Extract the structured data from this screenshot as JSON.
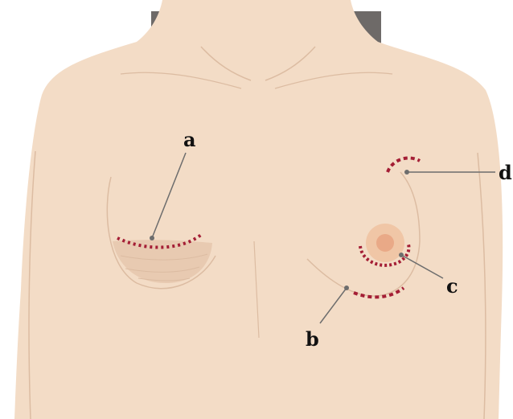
{
  "colors": {
    "background": "#ffffff",
    "hair": "#6e6a68",
    "skin": "#f3dcc6",
    "skin_shadow": "#e8cab1",
    "skin_line": "#dcbca2",
    "areola": "#f0c6a6",
    "nipple": "#e9a987",
    "incision": "#a41e35",
    "pointer": "#6d6d6d"
  },
  "labels": {
    "a": "a",
    "b": "b",
    "c": "c",
    "d": "d"
  },
  "incisions": [
    {
      "id": "a",
      "shape": "inframammary-fold-arc",
      "side": "right-breast"
    },
    {
      "id": "b",
      "shape": "inframammary-fold-arc",
      "side": "left-breast"
    },
    {
      "id": "c",
      "shape": "periareolar-arc",
      "side": "left-breast"
    },
    {
      "id": "d",
      "shape": "axillary-arc",
      "side": "left-axilla"
    }
  ]
}
